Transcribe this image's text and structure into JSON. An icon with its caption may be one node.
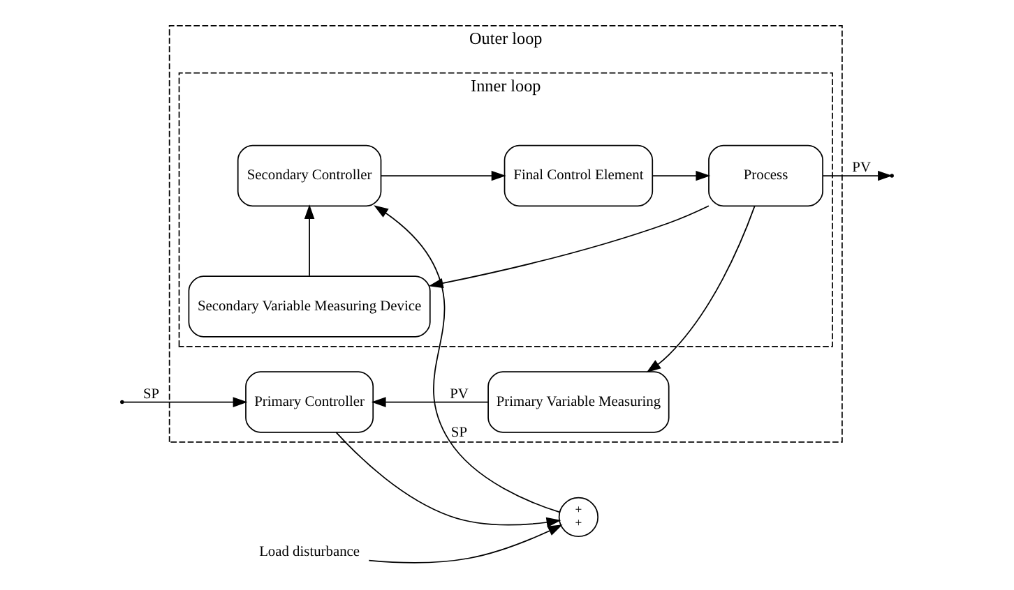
{
  "diagram": {
    "nodes": [
      {
        "text": [
          "Outer loop"
        ]
      },
      {
        "text": [
          "Primary Controller"
        ],
        "in": 0
      },
      {
        "text": [
          "+",
          "+"
        ]
      },
      {
        "text": [
          "Load disturbance"
        ]
      },
      {
        "text": [
          "Inner loop"
        ],
        "in": 0
      },
      {
        "text": [
          "Secondary Controller"
        ],
        "in": 4
      },
      {
        "text": [
          "Final Control Element"
        ],
        "in": 4
      },
      {
        "text": [
          "Process"
        ],
        "in": 4
      },
      {
        "text": [
          "Secondary Variable Measuring Device"
        ],
        "in": 4
      },
      {
        "text": [
          "Primary Variable Measuring"
        ],
        "in": 0
      }
    ],
    "edges": [
      {
        "from": null,
        "to": 1,
        "arrow": "to",
        "label": "SP"
      },
      {
        "from": 9,
        "to": 1,
        "arrow": "to",
        "label": "PV"
      },
      {
        "from": 1,
        "to": 2,
        "arrow": "to"
      },
      {
        "from": 3,
        "to": 2,
        "arrow": "to"
      },
      {
        "from": 2,
        "to": 5,
        "arrow": "to",
        "label": "SP"
      },
      {
        "from": 5,
        "to": 6,
        "arrow": "to"
      },
      {
        "from": 6,
        "to": 7,
        "arrow": "to"
      },
      {
        "from": 7,
        "to": null,
        "arrow": "to",
        "label": "PV"
      },
      {
        "from": 7,
        "to": 8,
        "arrow": "to"
      },
      {
        "from": 8,
        "to": 5,
        "arrow": "to"
      },
      {
        "from": 7,
        "to": 9,
        "arrow": "to"
      }
    ]
  }
}
